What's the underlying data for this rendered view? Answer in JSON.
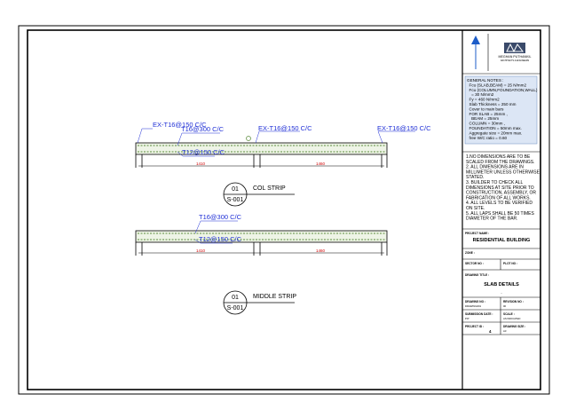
{
  "colors": {
    "rebar": "#1f2fd6",
    "dimension": "#d00000",
    "slab": "#5a8a3a",
    "north_arrow": "#1c5cc8",
    "notes_bg": "#dce6f5"
  },
  "col_strip": {
    "labels": {
      "ex_left": "EX-T16@150 C/C",
      "top_mid": "T16@300 C/C",
      "ex_mid": "EX-T16@150 C/C",
      "ex_right": "EX-T16@150 C/C",
      "bottom": "T12@150 C/C"
    },
    "dims": [
      "1410",
      "1460"
    ],
    "title": "COL STRIP",
    "ref_top": "01",
    "ref_bottom": "S-001"
  },
  "middle_strip": {
    "labels": {
      "top": "T16@300 C/C",
      "bottom": "T12@150 C/C"
    },
    "dims": [
      "1410",
      "1460"
    ],
    "title": "MIDDLE STRIP",
    "ref_top": "01",
    "ref_bottom": "S-001"
  },
  "logo": {
    "name": "MEGHAN PUTHANKIL",
    "sub": "ARCHITECTS & ENGINEERS"
  },
  "general_notes": [
    "GENERAL NOTES :",
    "  Fcu (SLAB,BEAM) = 25 N/mm2",
    "  Fcu (COLUMN,FOUNDATION,WALL)",
    "    = 30 N/mm2",
    "  Fy = 460 N/mm2",
    "  Slab Thickness = 250 mm",
    "  Cover to main bars",
    "  FOR SLAB = 25mm ,",
    "    BEAM = 25mm",
    "  COLUMN = 30mm ,",
    "  FOUNDATION = 50mm max.",
    "  Aggregate size = 20mm max.",
    "  free W/C ratio = 0.60"
  ],
  "notes": [
    "1.NO DIMENSIONS ARE  TO BE",
    "SCALED FROM THE DRAWINGS.",
    "2. ALL DIMENSIONS ARE IN",
    "MILLIMETER UNLESS OTHERWISE",
    "STATED.",
    "3. BUILDER TO CHECK ALL",
    "DIMENSIONS AT SITE PRIOR  TO",
    "CONSTRUCTION, ASSEMBLY, OR",
    "FABRICATION OF ALL WORKS.",
    "4. ALL LEVELS TO BE VERIFIED",
    "ON SITE.",
    "5. ALL LAPS SHALL BE 50  TIMES",
    "DIAMETER OF THE BAR."
  ],
  "title_block": {
    "project_no_label": "PROJECT NAME :",
    "project_name": "RESIDENTIAL BUILDING",
    "zone_label": "ZONE :",
    "sector_label": "SECTOR NO :",
    "plot_label": "PLOT NO :",
    "drawing_title_label": "DRAWING TITLE :",
    "drawing_title": "SLAB DETAILS",
    "drawing_title_sub": "-",
    "drawing_no_label": "DRAWING NO :",
    "drawing_no": "DRAWING#01",
    "revision_label": "REVISION NO :",
    "revision": "00",
    "submission_label": "SUBMISSION DATE :",
    "submission": "P/P",
    "scale_label": "SCALE :",
    "scale": "AS INDICATED",
    "project_id_label": "PROJECT ID :",
    "project_id": "4",
    "drawing_size_label": "DRAWING SIZE :",
    "drawing_size": "A3"
  }
}
